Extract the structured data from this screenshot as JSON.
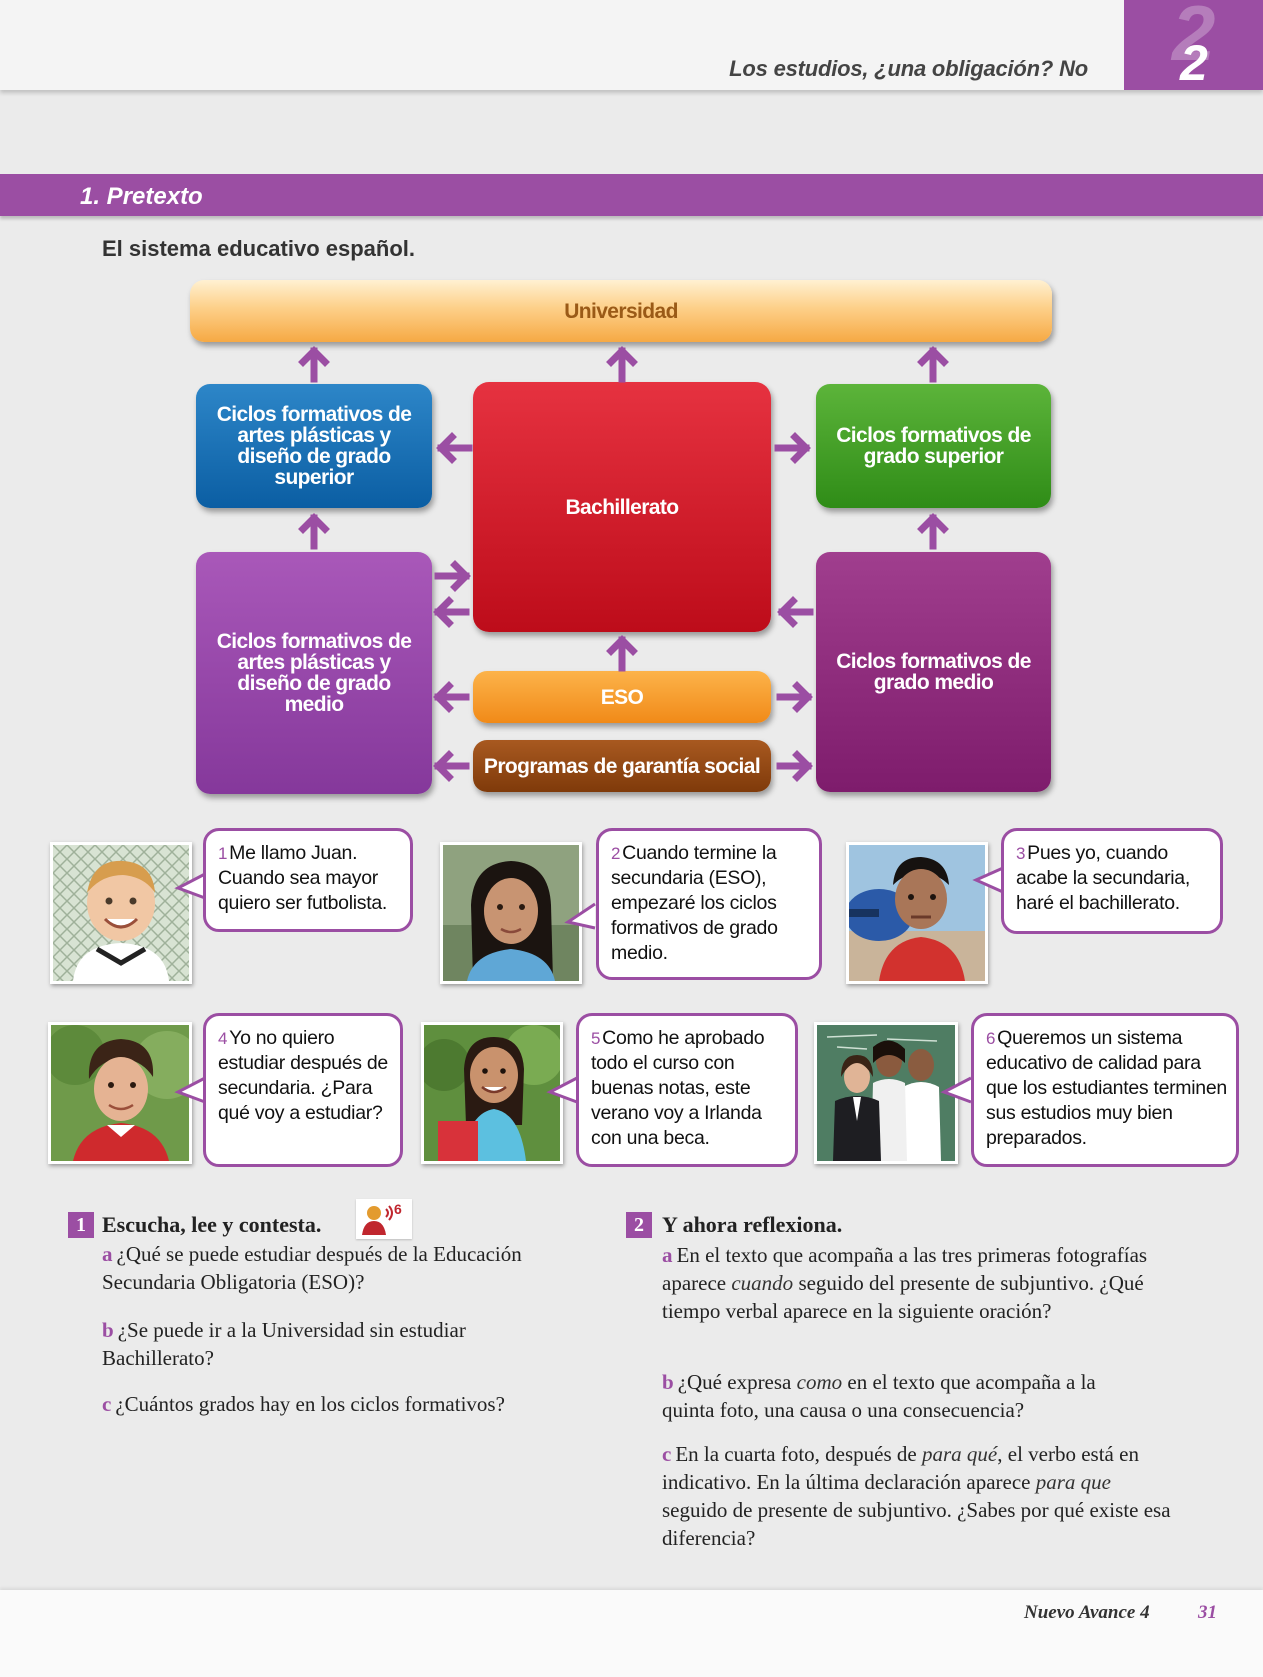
{
  "header": {
    "title": "Los estudios, ¿una obligación? No",
    "chapter": "2"
  },
  "section": {
    "title": "1. Pretexto",
    "subtitle": "El sistema educativo español."
  },
  "diagram": {
    "universidad": "Universidad",
    "artes_superior": "Ciclos formativos de artes plásticas y diseño de grado superior",
    "bachillerato": "Bachillerato",
    "grado_superior": "Ciclos formativos de grado superior",
    "artes_medio": "Ciclos formativos de artes plásticas y diseño de grado medio",
    "grado_medio": "Ciclos formativos de grado medio",
    "eso": "ESO",
    "programas": "Programas de garantía social"
  },
  "testimonials": [
    {
      "num": "1",
      "text": "Me llamo Juan. Cuando sea mayor quiero ser futbolista."
    },
    {
      "num": "2",
      "text": "Cuando termine la secundaria (ESO), empezaré los ciclos formativos de grado medio."
    },
    {
      "num": "3",
      "text": "Pues yo, cuando acabe la secundaria, haré el bachillerato."
    },
    {
      "num": "4",
      "text": "Yo no quiero estudiar después de secundaria. ¿Para qué voy a estudiar?"
    },
    {
      "num": "5",
      "text": "Como he aprobado todo el curso con buenas notas, este verano voy a Irlanda con una beca."
    },
    {
      "num": "6",
      "text": "Queremos un sistema educativo de calidad para que los estudiantes terminen sus estudios muy bien preparados."
    }
  ],
  "exercise1": {
    "num": "1",
    "title": "Escucha, lee y contesta.",
    "audio_track": "6",
    "questions": [
      {
        "letter": "a",
        "text": "¿Qué se puede estudiar después de la Educación Secundaria Obligatoria (ESO)?"
      },
      {
        "letter": "b",
        "text": "¿Se puede ir a la Universidad sin estudiar Bachillerato?"
      },
      {
        "letter": "c",
        "text": "¿Cuántos grados hay en los ciclos formativos?"
      }
    ]
  },
  "exercise2": {
    "num": "2",
    "title": "Y ahora reflexiona.",
    "questions": [
      {
        "letter": "a",
        "parts": [
          "En el texto que acompaña a las tres primeras fotografías aparece ",
          "cuando",
          " seguido del presente de subjuntivo. ¿Qué tiempo verbal aparece en la siguiente oración?"
        ]
      },
      {
        "letter": "b",
        "parts": [
          "¿Qué expresa ",
          "como",
          " en el texto que acompaña a la quinta foto, una causa o una consecuencia?"
        ]
      },
      {
        "letter": "c",
        "parts": [
          "En la cuarta foto, después de ",
          "para qué",
          ", el verbo está en indicativo. En la última declaración aparece ",
          "para que",
          " seguido de presente de subjuntivo. ¿Sabes por qué existe esa diferencia?"
        ]
      }
    ]
  },
  "footer": {
    "book": "Nuevo Avance 4",
    "page": "31"
  },
  "colors": {
    "accent": "#9b4ea3",
    "universidad": "#f6a944",
    "bachillerato": "#d01e2c",
    "artes_superior": "#0b5ea3",
    "grado_superior": "#3f9c22",
    "artes_medio": "#954aa8",
    "grado_medio": "#8e2a7c",
    "eso": "#f39a26",
    "programas": "#8e4612"
  }
}
